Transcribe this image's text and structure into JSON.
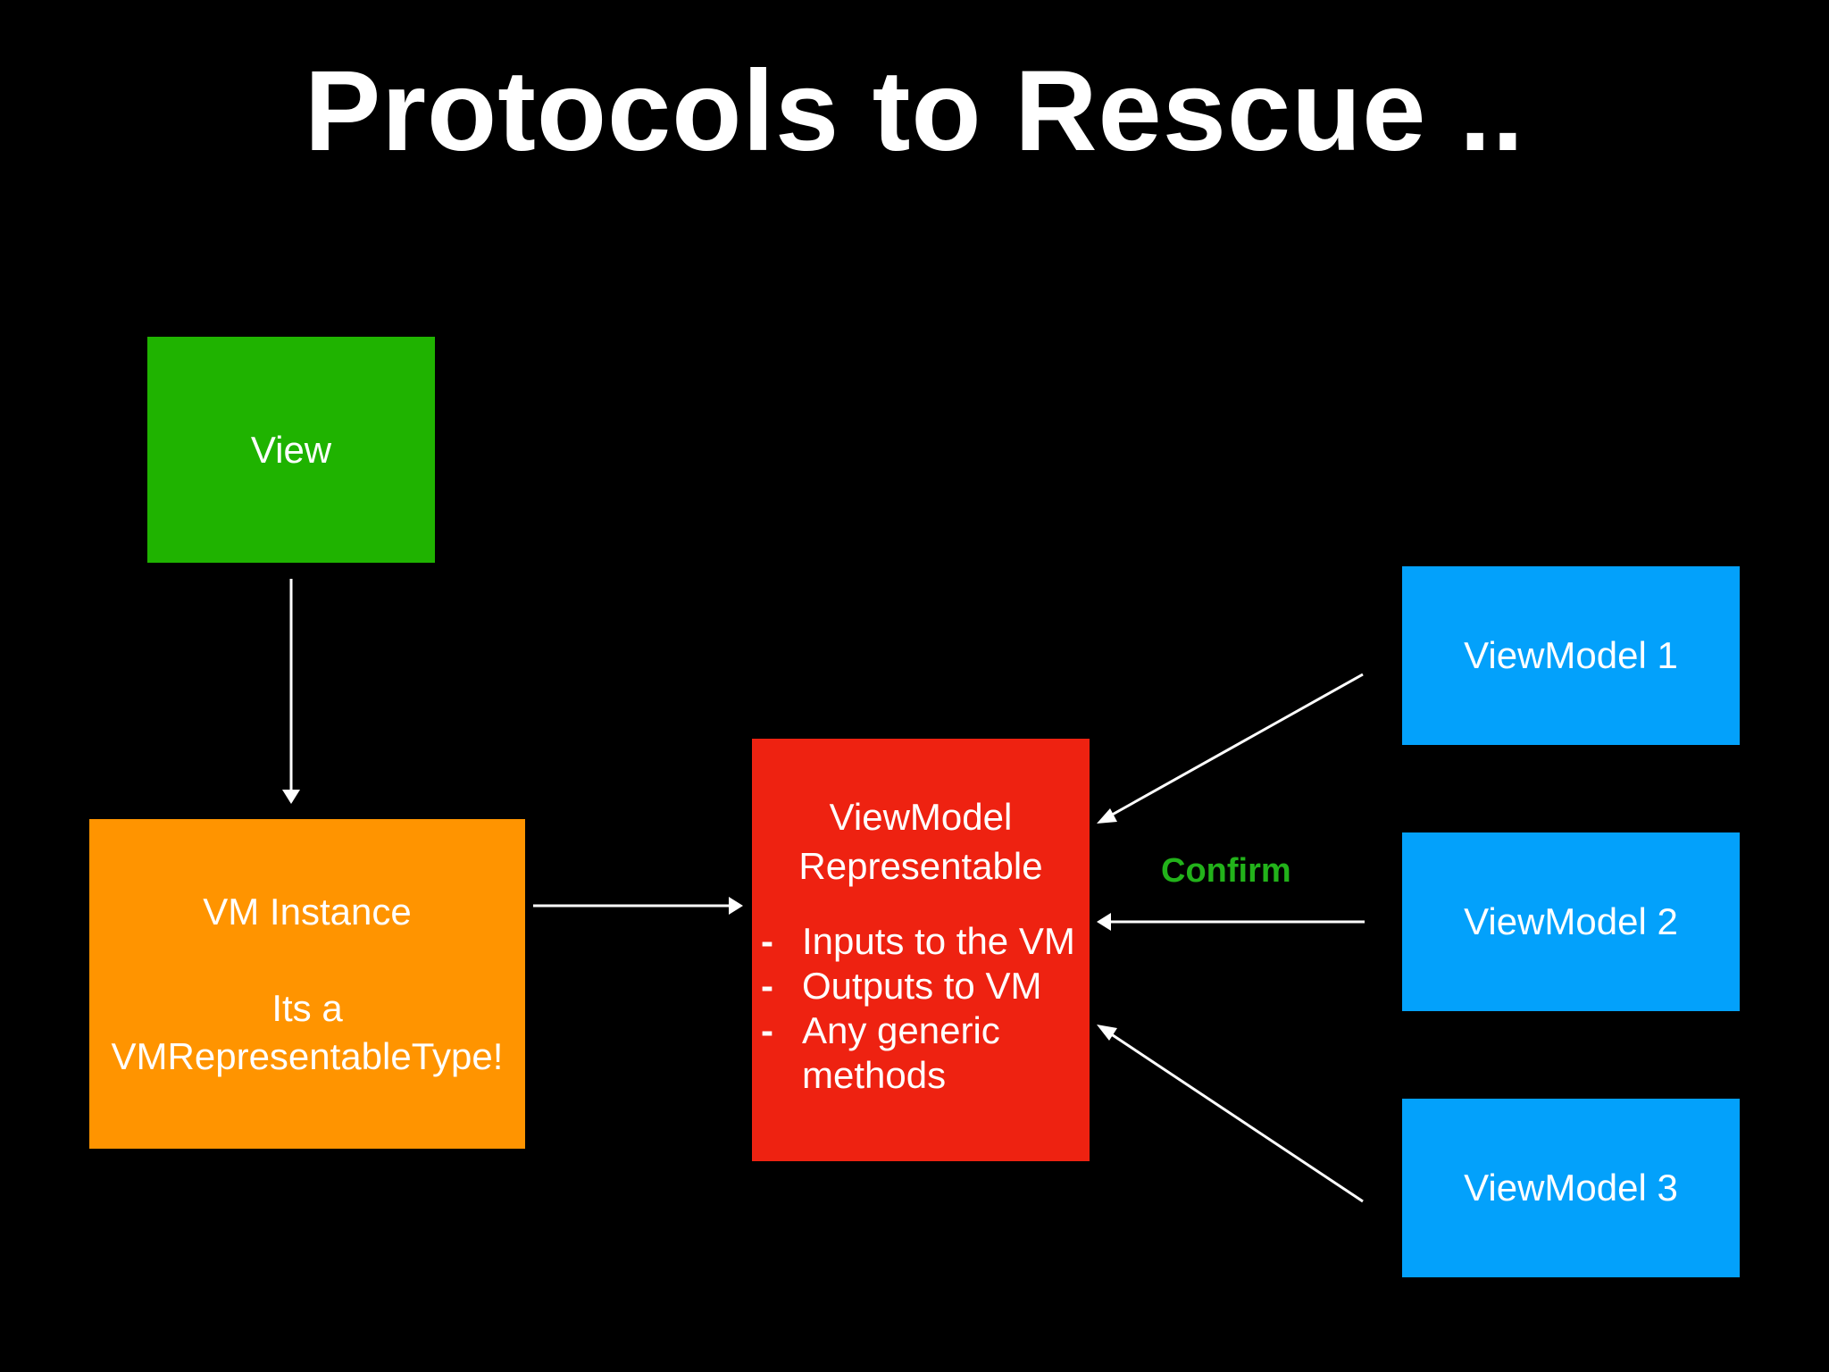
{
  "title": "Protocols to Rescue ..",
  "colors": {
    "background": "#000000",
    "text": "#ffffff",
    "view_box": "#1fb300",
    "vm_instance_box": "#ff9400",
    "vm_representable_box": "#ee2211",
    "viewmodel_box": "#03a1fb",
    "confirm_label": "#22b21a",
    "arrow": "#ffffff"
  },
  "nodes": {
    "view": {
      "label": "View"
    },
    "vm_instance": {
      "line1": "VM Instance",
      "line2": "Its a",
      "line3": "VMRepresentableType!"
    },
    "vm_representable": {
      "title_line1": "ViewModel",
      "title_line2": "Representable",
      "bullet_marker": "-",
      "bullets": [
        "Inputs to the VM",
        "Outputs to VM",
        "Any generic methods"
      ]
    },
    "viewmodel_1": {
      "label": "ViewModel 1"
    },
    "viewmodel_2": {
      "label": "ViewModel 2"
    },
    "viewmodel_3": {
      "label": "ViewModel 3"
    }
  },
  "edges": [
    {
      "from": "view",
      "to": "vm_instance"
    },
    {
      "from": "vm_instance",
      "to": "vm_representable"
    },
    {
      "from": "viewmodel_1",
      "to": "vm_representable"
    },
    {
      "from": "viewmodel_2",
      "to": "vm_representable",
      "label": "Confirm"
    },
    {
      "from": "viewmodel_3",
      "to": "vm_representable"
    }
  ]
}
